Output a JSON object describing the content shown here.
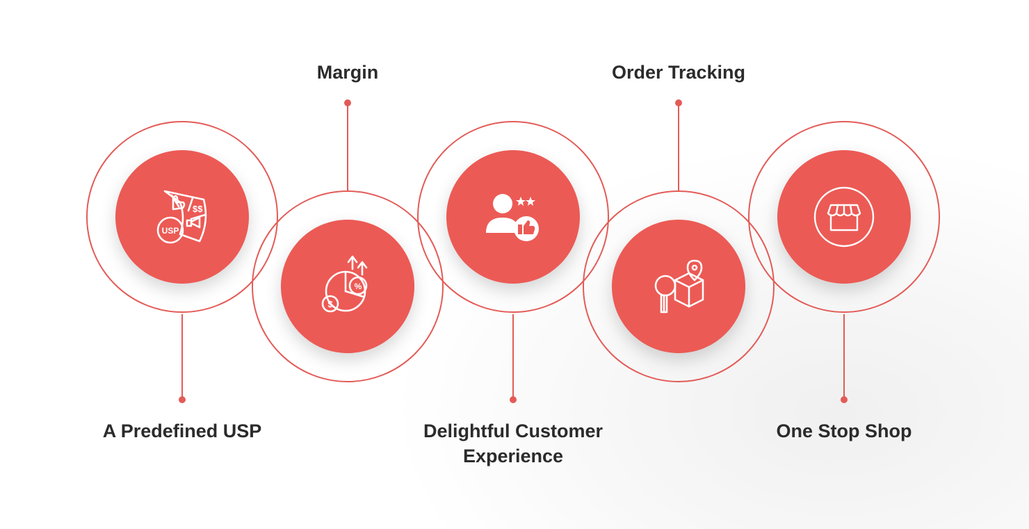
{
  "colors": {
    "accent": "#ec5a55",
    "ring": "#e35b57",
    "text": "#2b2b2b"
  },
  "steps": [
    {
      "label": "A Predefined USP",
      "icon": "usp-icon"
    },
    {
      "label": "Margin",
      "icon": "margin-growth-icon"
    },
    {
      "label": "Delightful Customer Experience",
      "icon": "customer-rating-icon"
    },
    {
      "label": "Order Tracking",
      "icon": "package-tracking-icon"
    },
    {
      "label": "One Stop Shop",
      "icon": "storefront-icon"
    }
  ]
}
